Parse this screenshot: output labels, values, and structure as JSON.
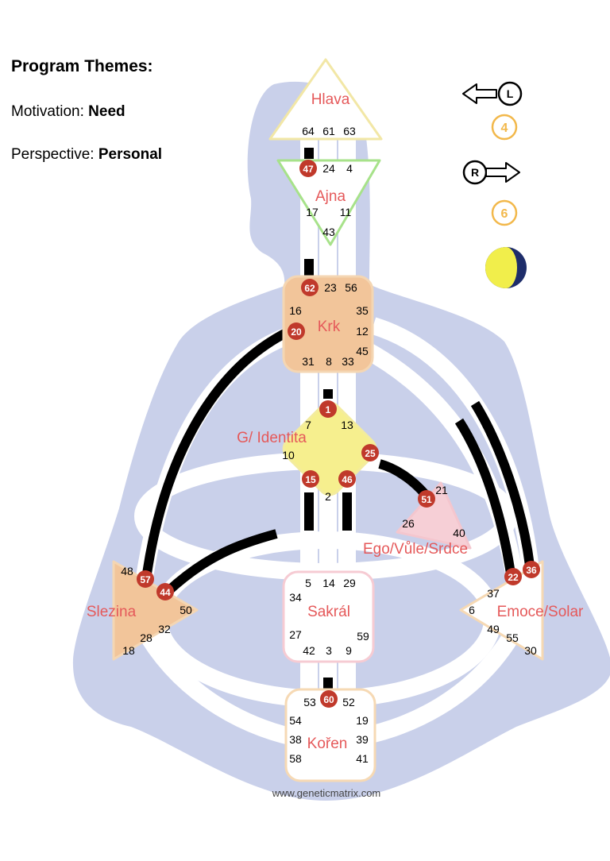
{
  "program_themes": {
    "title": "Program Themes:",
    "motivation_label": "Motivation: ",
    "motivation_value": "Need",
    "perspective_label": "Perspective: ",
    "perspective_value": "Personal"
  },
  "arrows": {
    "left_letter": "L",
    "left_number": "4",
    "right_letter": "R",
    "right_number": "6",
    "number_ring_color": "#f2b84b"
  },
  "colors": {
    "silhouette": "#c9d0ea",
    "channel": "#ffffff",
    "defined": "#000000",
    "center_label": "#e5595a",
    "active_gate": "#c0392b"
  },
  "centers": {
    "head": "Hlava",
    "ajna": "Ajna",
    "throat": "Krk",
    "g": "G/ Identita",
    "ego": "Ego/Vůle/Srdce",
    "sacral": "Sakrál",
    "spleen": "Slezina",
    "solar": "Emoce/Solar",
    "root": "Kořen"
  },
  "gates": {
    "head": [
      "64",
      "61",
      "63"
    ],
    "ajna": [
      "47",
      "24",
      "4",
      "17",
      "11",
      "43"
    ],
    "throat": [
      "62",
      "23",
      "56",
      "16",
      "35",
      "20",
      "12",
      "45",
      "31",
      "8",
      "33"
    ],
    "g": [
      "1",
      "7",
      "13",
      "10",
      "25",
      "15",
      "46",
      "2"
    ],
    "ego": [
      "21",
      "51",
      "26",
      "40"
    ],
    "sacral": [
      "5",
      "14",
      "29",
      "34",
      "27",
      "59",
      "42",
      "3",
      "9"
    ],
    "spleen": [
      "48",
      "57",
      "44",
      "50",
      "32",
      "28",
      "18"
    ],
    "solar": [
      "22",
      "36",
      "37",
      "6",
      "49",
      "55",
      "30"
    ],
    "root": [
      "53",
      "60",
      "52",
      "54",
      "19",
      "38",
      "39",
      "58",
      "41"
    ]
  },
  "active_gates": [
    "47",
    "62",
    "20",
    "1",
    "25",
    "15",
    "46",
    "51",
    "57",
    "44",
    "22",
    "36",
    "60"
  ],
  "credit": "www.geneticmatrix.com"
}
